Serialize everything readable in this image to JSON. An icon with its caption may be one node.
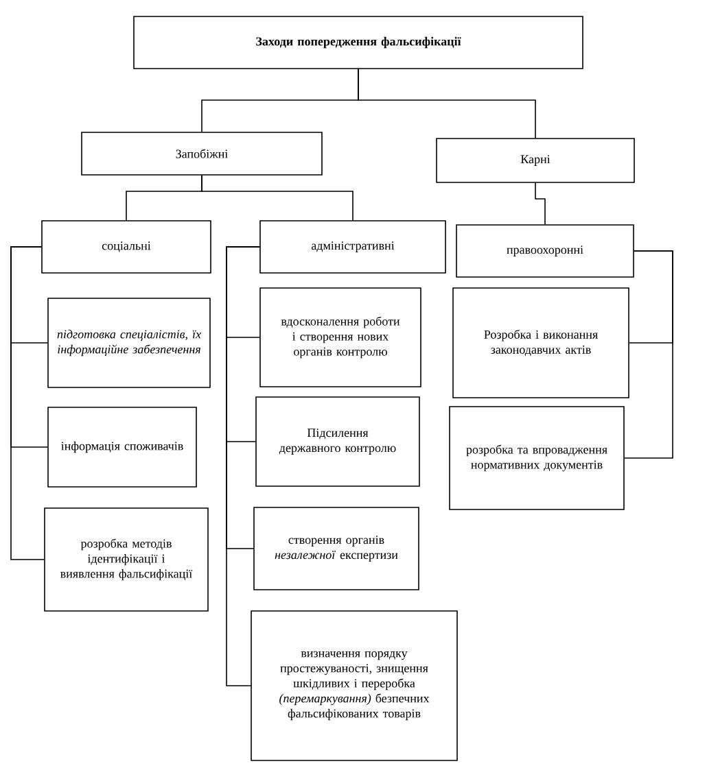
{
  "diagram": {
    "nodes": [
      {
        "text": [
          "Заходи попередження фальсифікації"
        ]
      },
      {
        "text": [
          "Запобіжні"
        ]
      },
      {
        "text": [
          "Карні"
        ]
      },
      {
        "text": [
          "соціальні"
        ]
      },
      {
        "text": [
          "адміністративні"
        ]
      },
      {
        "text": [
          "правоохоронні"
        ]
      },
      {
        "text": [
          "*підготовка спеціалістів, їх інформаційне забезпечення*"
        ]
      },
      {
        "text": [
          "інформація споживачів"
        ]
      },
      {
        "text": [
          "розробка методів ідентифікації і виявлення фальсифікації"
        ]
      },
      {
        "text": [
          "вдосконалення роботи і створення нових органів контролю"
        ]
      },
      {
        "text": [
          "Підсилення державного контролю"
        ]
      },
      {
        "text": [
          "створення органів *незалежної* експертизи"
        ]
      },
      {
        "text": [
          "визначення порядку простежуваності, знищення шкідливих і переробка *(перемаркування)* безпечних фальсифікованих товарів"
        ]
      },
      {
        "text": [
          "Розробка і виконання законодавчих актів"
        ]
      },
      {
        "text": [
          "розробка та впровадження нормативних документів"
        ]
      }
    ],
    "edges": [
      {
        "from": 0,
        "to": 1,
        "arrow": "none"
      },
      {
        "from": 0,
        "to": 2,
        "arrow": "none"
      },
      {
        "from": 1,
        "to": 3,
        "arrow": "none"
      },
      {
        "from": 1,
        "to": 4,
        "arrow": "none"
      },
      {
        "from": 2,
        "to": 5,
        "arrow": "none"
      },
      {
        "from": 3,
        "to": 6,
        "arrow": "none"
      },
      {
        "from": 3,
        "to": 7,
        "arrow": "none"
      },
      {
        "from": 3,
        "to": 8,
        "arrow": "none"
      },
      {
        "from": 4,
        "to": 9,
        "arrow": "none"
      },
      {
        "from": 4,
        "to": 10,
        "arrow": "none"
      },
      {
        "from": 4,
        "to": 11,
        "arrow": "none"
      },
      {
        "from": 4,
        "to": 12,
        "arrow": "none"
      },
      {
        "from": 5,
        "to": 13,
        "arrow": "none"
      },
      {
        "from": 5,
        "to": 14,
        "arrow": "none"
      }
    ]
  }
}
